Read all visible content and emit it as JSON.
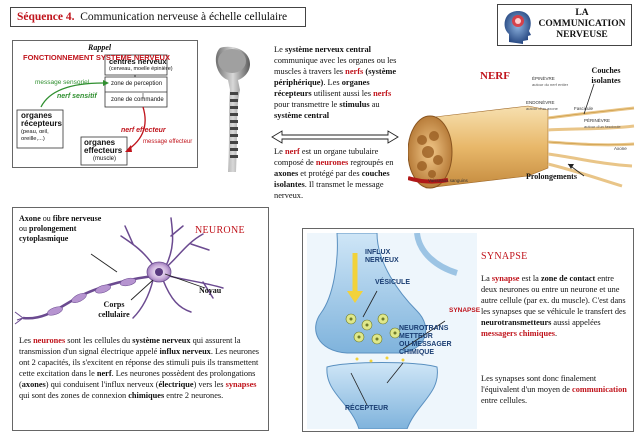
{
  "header": {
    "sequence": "Séquence 4.",
    "title": "Communication nerveuse à échelle cellulaire"
  },
  "badge": {
    "line1": "LA",
    "line2": "COMMUNICATION",
    "line3": "NERVEUSE"
  },
  "rappel": {
    "title": "Rappel",
    "subtitle": "FONCTIONNEMENT SYSTEME NERVEUX",
    "centres_title": "centres nerveux",
    "centres_sub": "(cerveau, moelle épinière)",
    "zone_perception": "zone de perception",
    "zone_commande": "zone de commande",
    "message_sensoriel": "message sensoriel",
    "nerf_sensitif": "nerf sensitif",
    "organes_recepteurs": "organes récepteurs",
    "recepteurs_sub": "(peau, œil, oreille,...)",
    "nerf_effecteur": "nerf effecteur",
    "message_effecteur": "message effecteur",
    "organes_effecteurs": "organes effecteurs",
    "effecteurs_sub": "(muscle)"
  },
  "snc": {
    "t1": "Le ",
    "t2": "système nerveux central",
    "t3": " communique avec les organes ou les muscles à travers les ",
    "t4": "nerfs",
    "t5": " ",
    "t6": "(système périphérique)",
    "t7": ". Les ",
    "t8": "organes récepteurs",
    "t9": " utilisent aussi les ",
    "t10": "nerfs",
    "t11": " pour transmettre le ",
    "t12": "stimulus",
    "t13": " au ",
    "t14": "système central"
  },
  "nerf_text": {
    "t1": "Le ",
    "t2": "nerf",
    "t3": " est un organe tubulaire composé de ",
    "t4": "neurones",
    "t5": " regroupés en ",
    "t6": "axones",
    "t7": " et protégé par des ",
    "t8": "couches isolantes",
    "t9": ". Il transmet le message nerveux."
  },
  "nerf_img": {
    "title": "NERF",
    "couches": "Couches isolantes",
    "prolongements": "Prolongements",
    "epinevre": "ÉPINÈVRE",
    "epinevre_sub": "autour du nerf entier",
    "fascicule": "Fascicule",
    "perinevre": "PÉRINÈVRE",
    "perinevre_sub": "autour d'un fascicule",
    "endonevre": "ENDONÈVRE",
    "endonevre_sub": "autour d'un axone",
    "axone": "Axone",
    "vaisseaux": "Vaisseaux sanguins"
  },
  "neurone": {
    "title": "NEURONE",
    "axone_label_1": "Axone",
    "axone_label_2": " ou ",
    "axone_label_3": "fibre nerveuse",
    "axone_label_4": " ou ",
    "axone_label_5": "prolongement cytoplasmique",
    "noyau": "Noyau",
    "corps": "Corps cellulaire",
    "p1": "Les ",
    "p2": "neurones",
    "p3": " sont les cellules du ",
    "p4": "système nerveux",
    "p5": " qui assurent la transmission d'un signal électrique appelé ",
    "p6": "influx nerveux",
    "p7": ". Les neurones ont 2 capacités, ils s'excitent en réponse des stimuli puis ils transmettent cette excitation dans le ",
    "p8": "nerf",
    "p9": ". Les neurones possèdent des prolongations (",
    "p10": "axones",
    "p11": ") qui conduisent l'influx nerveux (",
    "p12": "électrique",
    "p13": ") vers les ",
    "p14": "synapses",
    "p15": " qui sont des zones de connexion ",
    "p16": "chimiques",
    "p17": " entre 2 neurones."
  },
  "synapse": {
    "title": "SYNAPSE",
    "influx": "INFLUX NERVEUX",
    "vesicule": "VÉSICULE",
    "synapse_lbl": "SYNAPSE",
    "neurotrans": "NEUROTRANS METTEUR",
    "ou": "OU ",
    "messager": "MESSAGER CHIMIQUE",
    "recepteur": "RÉCEPTEUR",
    "p1": "La ",
    "p2": "synapse",
    "p3": " est la ",
    "p4": "zone de contact",
    "p5": " entre deux neurones ou entre un neurone et une autre cellule (par ex. du muscle). C'est dans les synapses que se véhicule le transfert des ",
    "p6": "neurotransmetteurs",
    "p7": " aussi appelées ",
    "p8": "messagers chimiques",
    "p9": ".",
    "q1": "Les synapses sont donc finalement l'équivalent d'un moyen de ",
    "q2": "communication",
    "q3": " entre cellules."
  }
}
